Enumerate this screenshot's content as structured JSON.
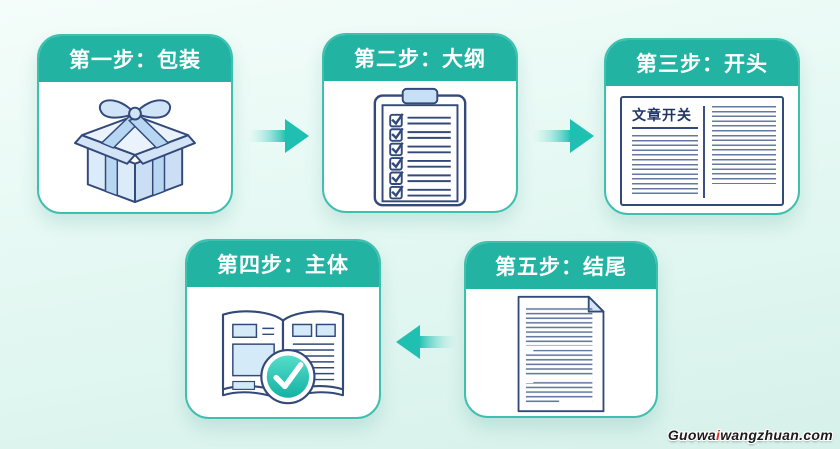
{
  "steps": [
    {
      "label": "第一步：包装",
      "icon": "gift-box-icon"
    },
    {
      "label": "第二步：大纲",
      "icon": "checklist-icon"
    },
    {
      "label": "第三步：开头",
      "icon": "article-document-icon",
      "document_heading": "文章开关"
    },
    {
      "label": "第四步：主体",
      "icon": "open-book-checkmark-icon"
    },
    {
      "label": "第五步：结尾",
      "icon": "document-page-icon"
    }
  ],
  "arrows": [
    {
      "direction": "right",
      "from": "step-1",
      "to": "step-2"
    },
    {
      "direction": "right",
      "from": "step-2",
      "to": "step-3"
    },
    {
      "direction": "left",
      "from": "step-5",
      "to": "step-4"
    }
  ],
  "watermark": {
    "prefix": "Guowa",
    "highlight": "i",
    "suffix": "wangzhuan.com",
    "highlight_color": "#d93025"
  },
  "theme": {
    "header_teal": "#22b3a3",
    "card_border_teal": "#3fc0af",
    "arrow_teal": "#1fc0b2",
    "outline_navy": "#33497a",
    "icon_fill_light_blue": "#d5e9f8",
    "check_circle_teal": "#2ecbbb",
    "background_mint_top": "#f4fdfa",
    "background_mint_bottom": "#d6f1ea"
  }
}
